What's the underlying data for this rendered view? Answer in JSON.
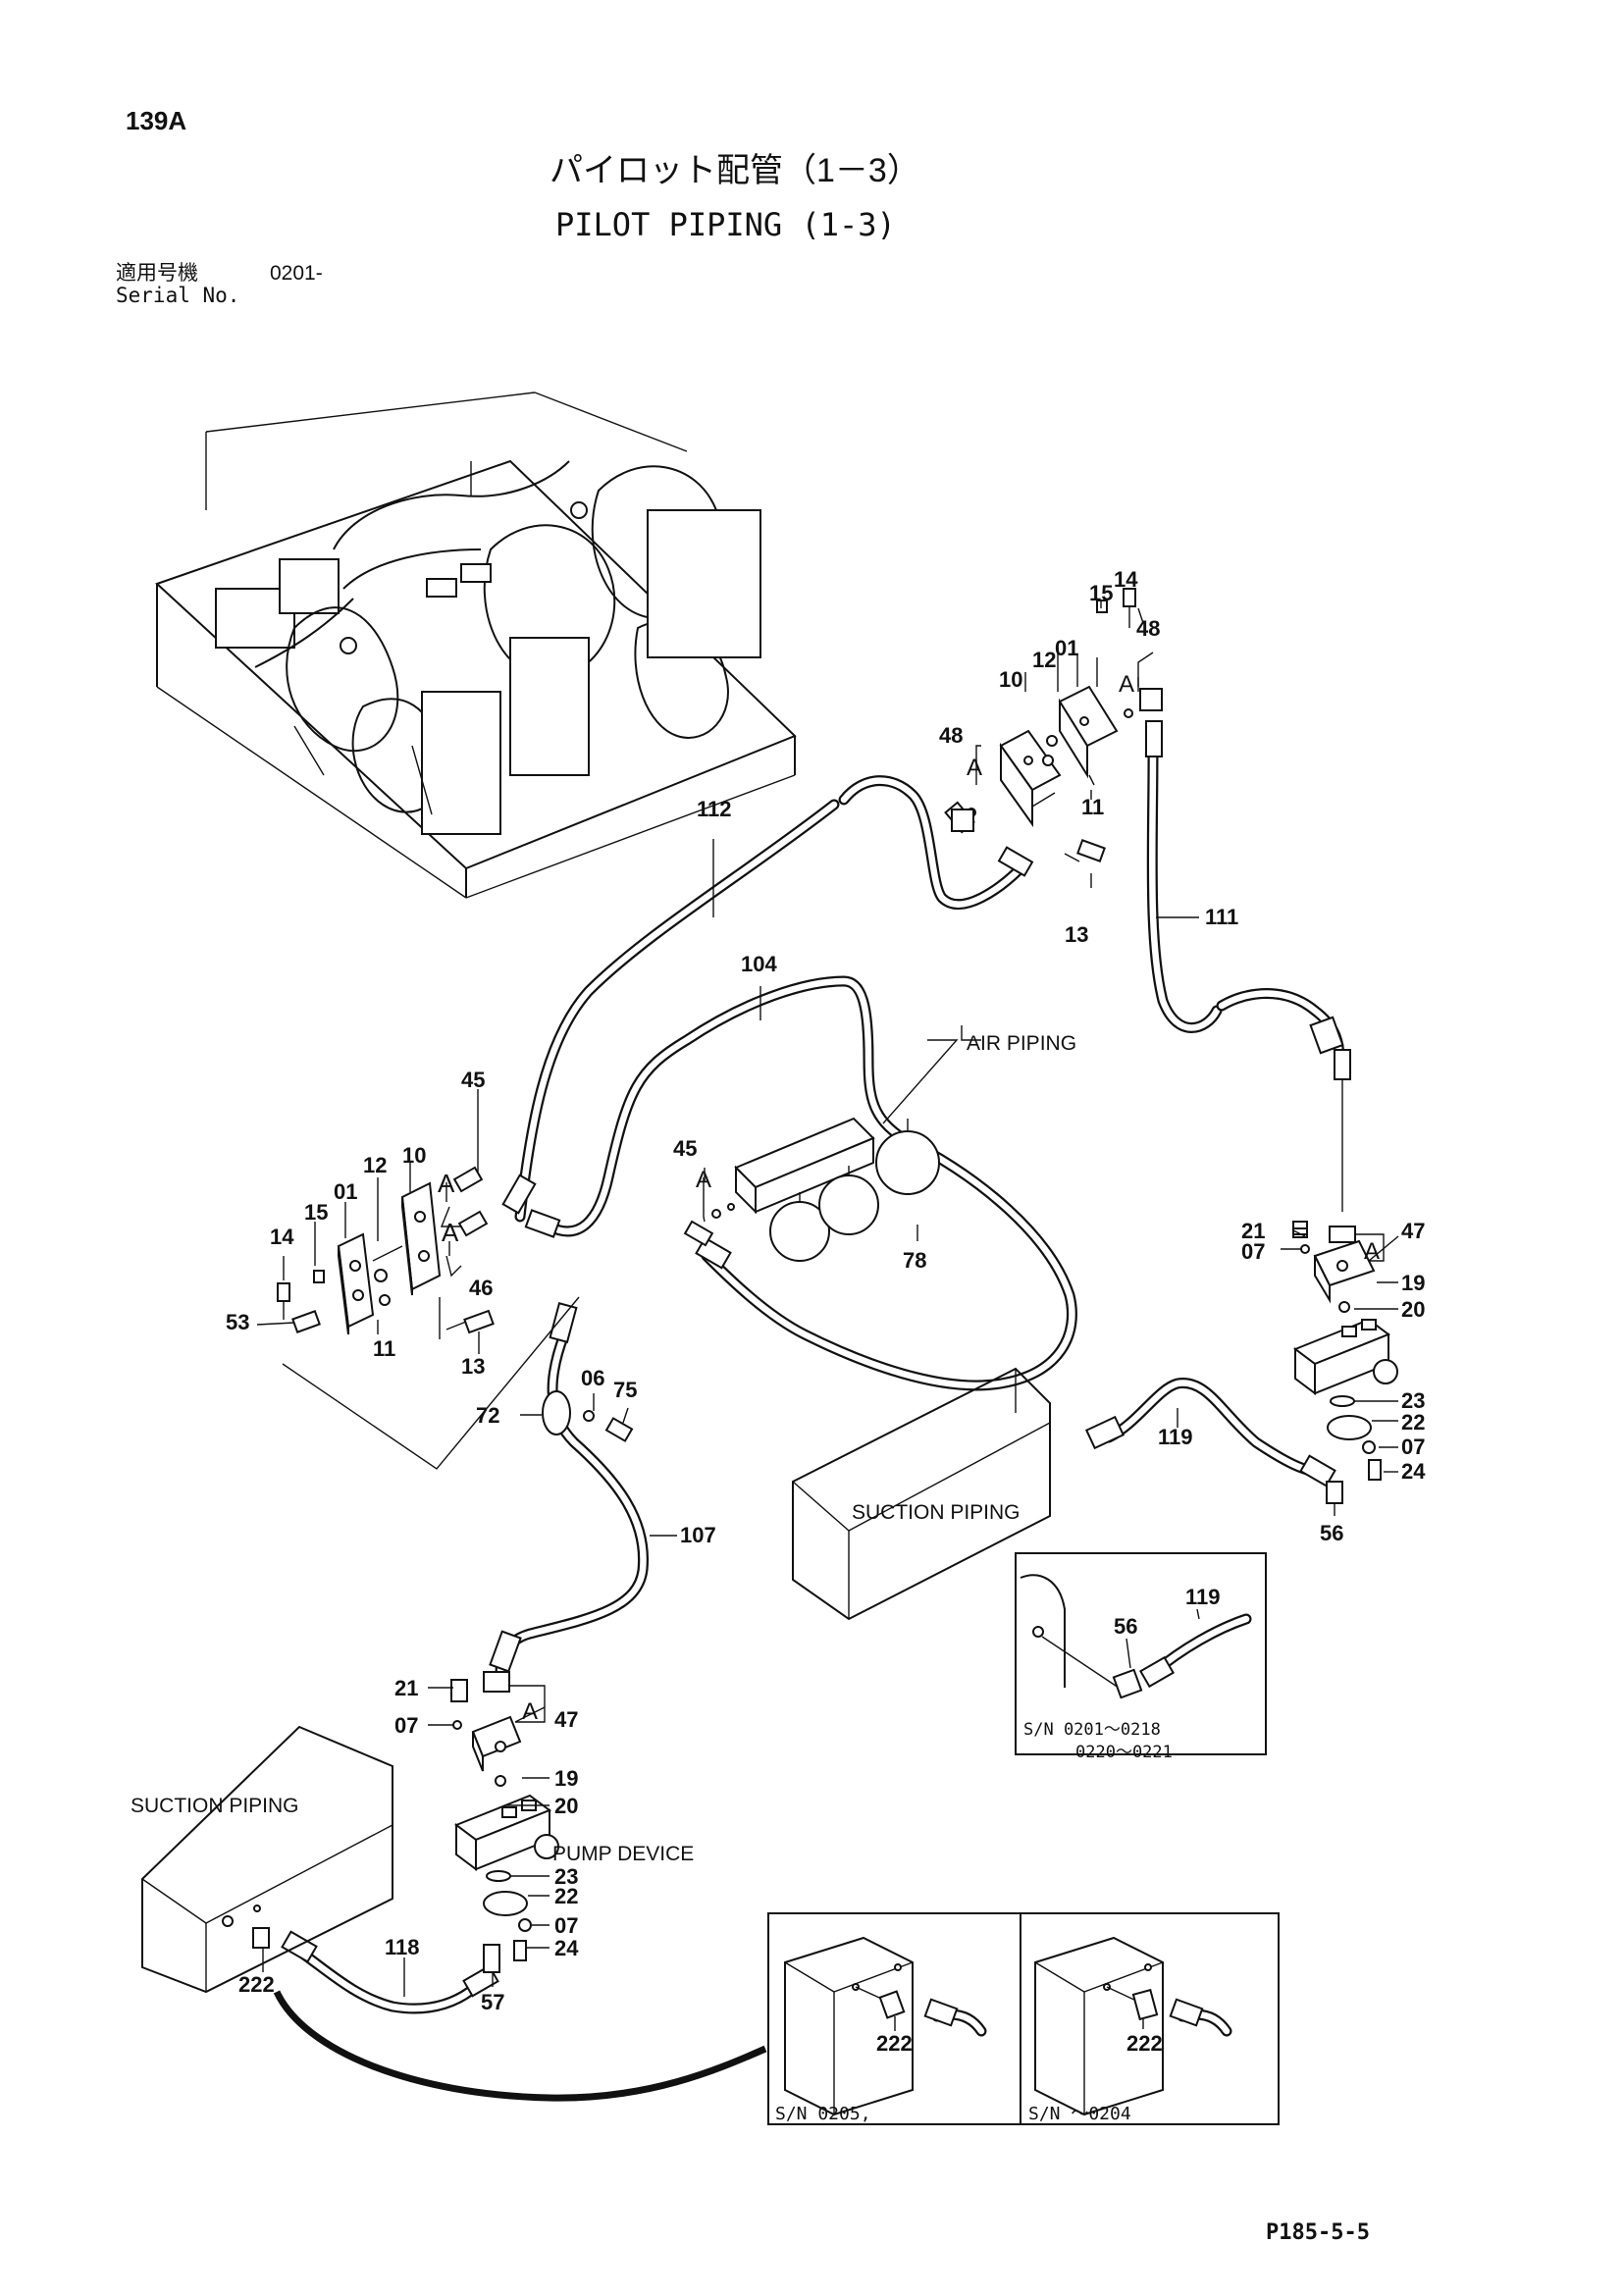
{
  "page": {
    "code": "139A",
    "title_ja": "パイロット配管（1－3）",
    "title_en": "PILOT PIPING (1-3)",
    "serial_label_ja": "適用号機",
    "serial_value": "0201-",
    "serial_label_en": "Serial No.",
    "footer_code": "P185-5-5"
  },
  "labels": {
    "air_piping": "AIR PIPING",
    "suction_piping_right": "SUCTION PIPING",
    "suction_piping_left": "SUCTION PIPING",
    "pump_device": "PUMP DEVICE",
    "sn_right_1": "S/N  0201～0218",
    "sn_right_2": "0220～0221",
    "sn_box1": "S/N  0205,",
    "sn_box2": "S/N  ～0204",
    "a": "A"
  },
  "parts": {
    "p01": "01",
    "p06": "06",
    "p07": "07",
    "p10": "10",
    "p11": "11",
    "p12": "12",
    "p13": "13",
    "p14": "14",
    "p15": "15",
    "p19": "19",
    "p20": "20",
    "p21": "21",
    "p22": "22",
    "p23": "23",
    "p24": "24",
    "p45": "45",
    "p46": "46",
    "p47": "47",
    "p48": "48",
    "p53": "53",
    "p56": "56",
    "p57": "57",
    "p72": "72",
    "p75": "75",
    "p78": "78",
    "p104": "104",
    "p107": "107",
    "p111": "111",
    "p112": "112",
    "p118": "118",
    "p119": "119",
    "p222": "222"
  }
}
